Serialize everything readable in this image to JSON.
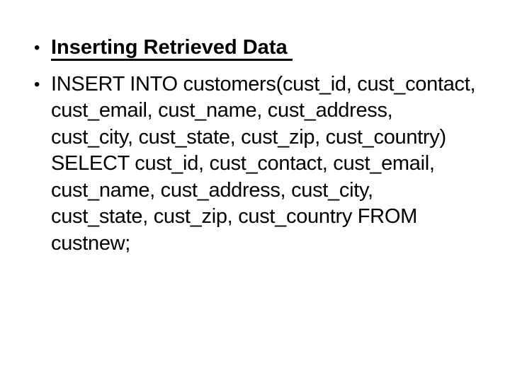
{
  "slide": {
    "background_color": "#ffffff",
    "text_color": "#000000",
    "bullet_char": "•",
    "title_bullet": {
      "label": "Inserting Retrieved Data"
    },
    "sql_bullet": {
      "statement": "INSERT INTO customers(cust_id, cust_contact, cust_email, cust_name, cust_address, cust_city, cust_state, cust_zip, cust_country) SELECT cust_id, cust_contact, cust_email, cust_name, cust_address, cust_city, cust_state, cust_zip, cust_country FROM custnew;",
      "lines": [
        "INSERT INTO customers(cust_id, cust_contact,",
        "cust_email, cust_name, cust_address,",
        "cust_city, cust_state, cust_zip, cust_country)",
        "SELECT cust_id, cust_contact, cust_email,",
        "cust_name, cust_address, cust_city,",
        "cust_state, cust_zip, cust_country FROM",
        "custnew;"
      ]
    }
  }
}
